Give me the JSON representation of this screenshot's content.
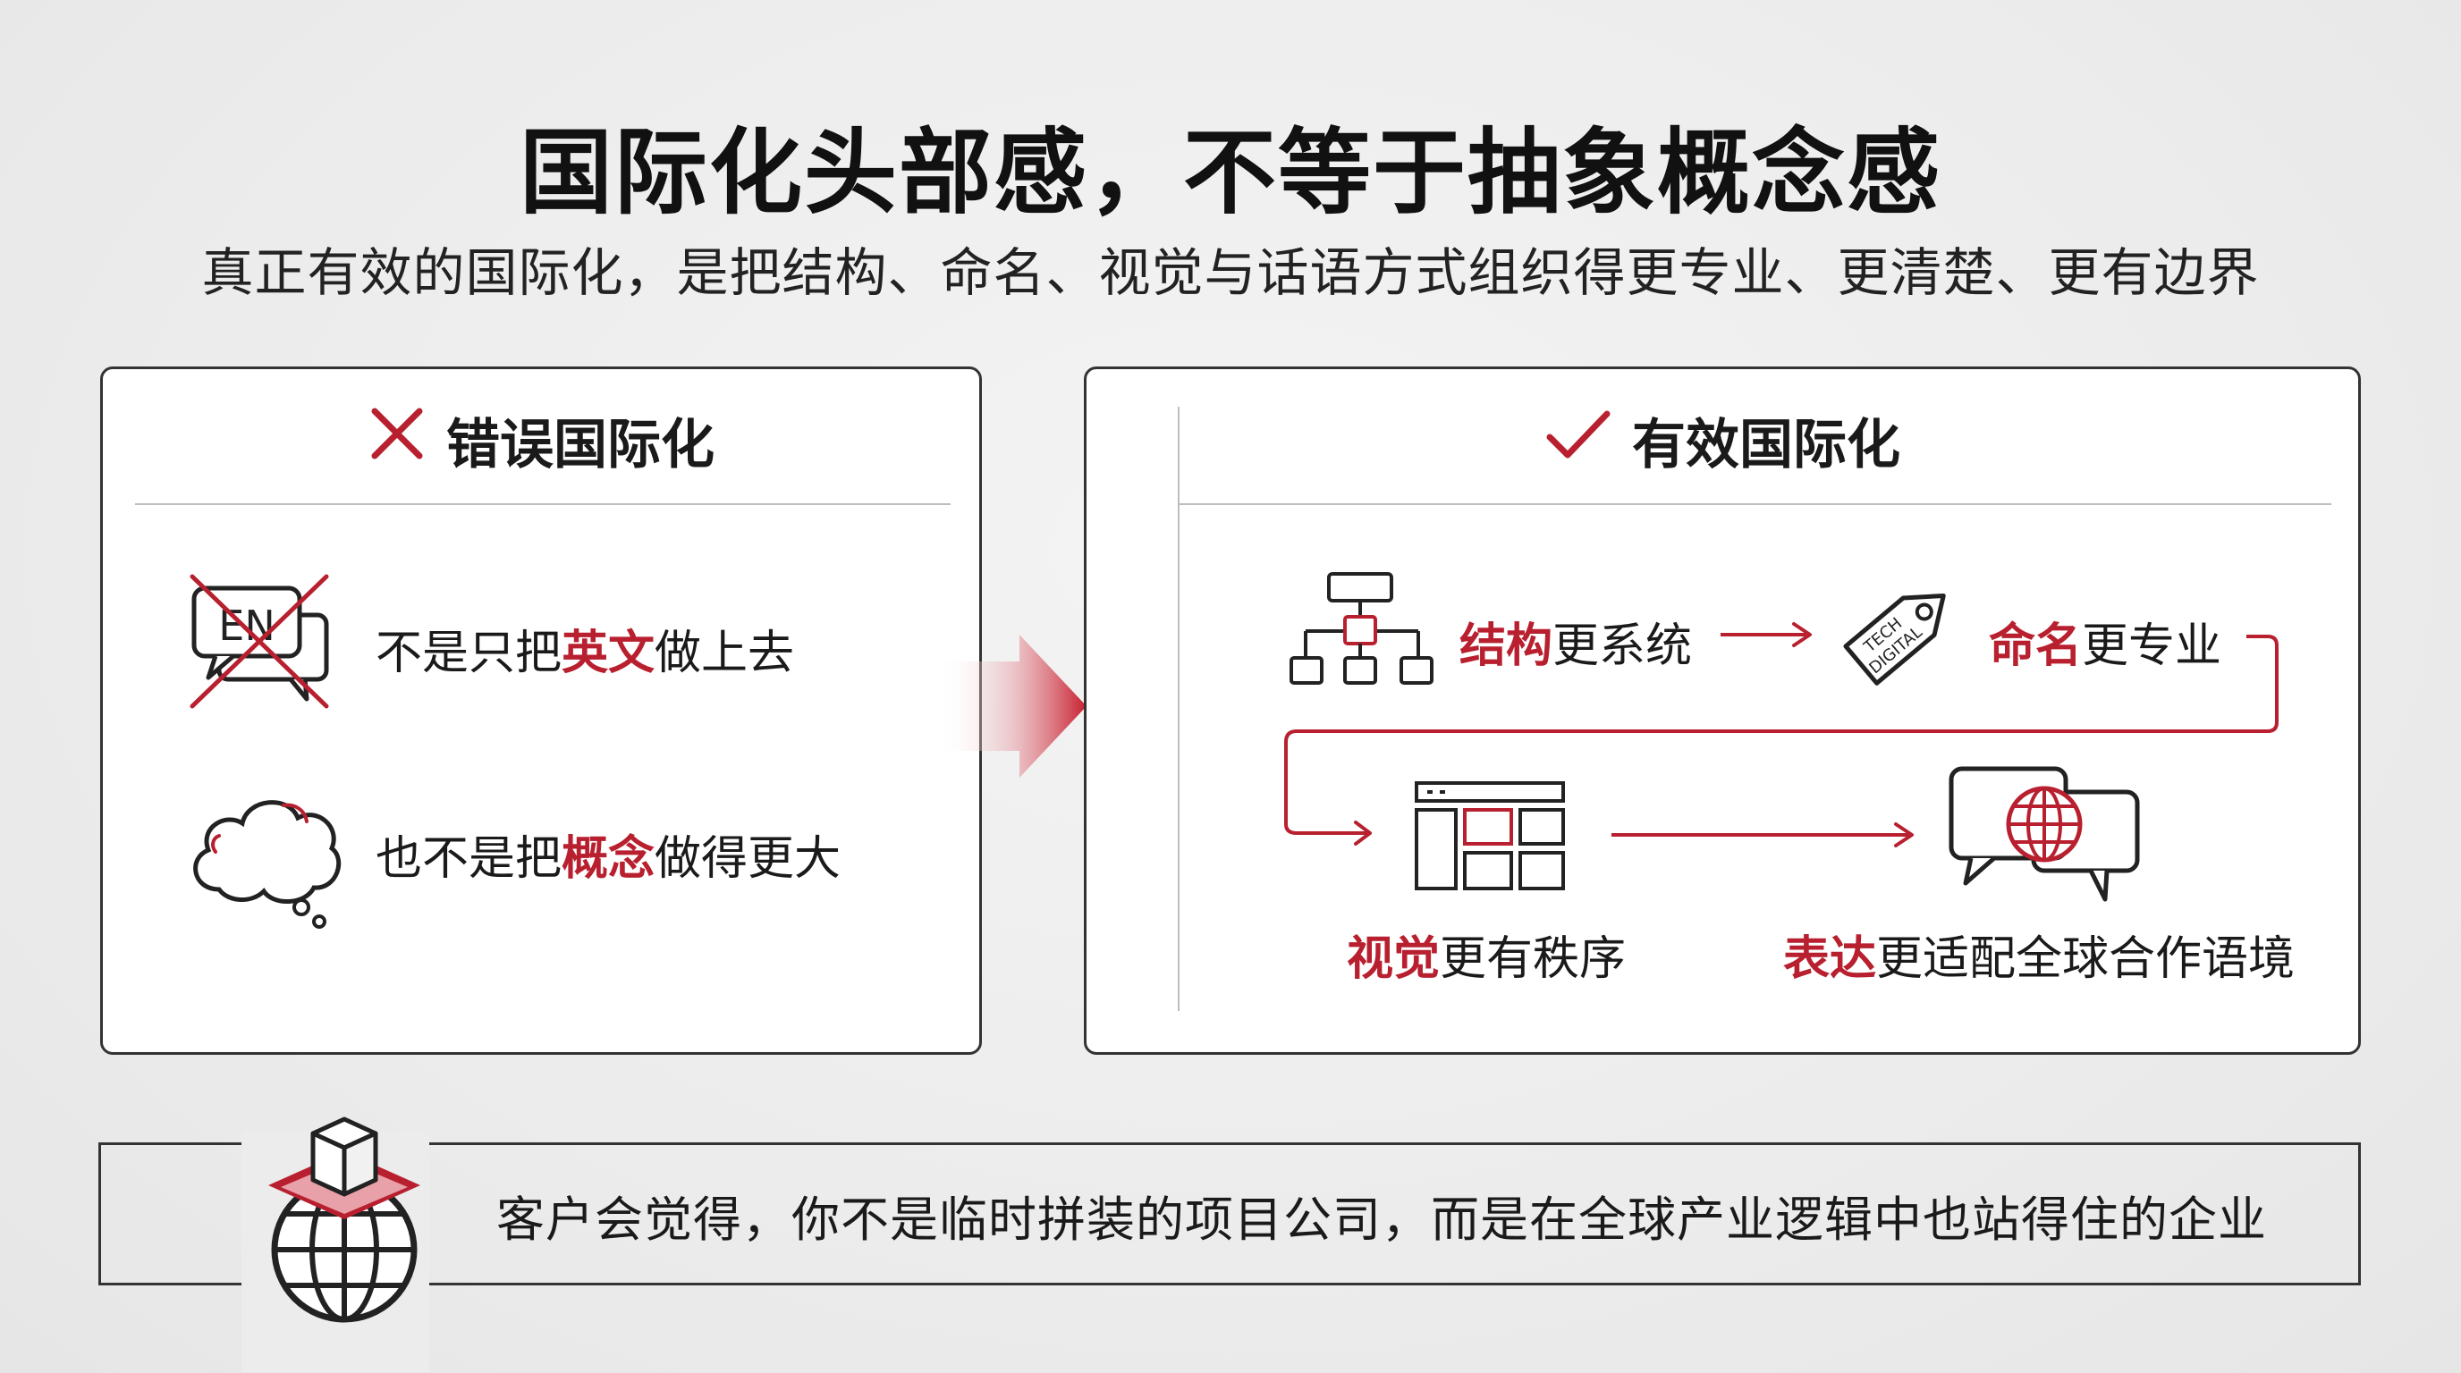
{
  "title": "国际化头部感，不等于抽象概念感",
  "subtitle": "真正有效的国际化，是把结构、命名、视觉与话语方式组织得更专业、更清楚、更有边界",
  "wrong": {
    "heading": "错误国际化",
    "icon": "cross-icon",
    "items": [
      {
        "icon": "en-speech-bubble-crossed-icon",
        "icon_text": "EN",
        "pre": "不是只把",
        "highlight": "英文",
        "post": "做上去"
      },
      {
        "icon": "thought-cloud-icon",
        "pre": "也不是把",
        "highlight": "概念",
        "post": "做得更大"
      }
    ]
  },
  "right": {
    "heading": "有效国际化",
    "icon": "check-icon",
    "steps": [
      {
        "icon": "org-chart-icon",
        "highlight": "结构",
        "post": "更系统"
      },
      {
        "icon": "tag-icon",
        "tag_line1": "TECH",
        "tag_line2": "DIGITAL",
        "highlight": "命名",
        "post": "更专业"
      },
      {
        "icon": "layout-grid-icon",
        "highlight": "视觉",
        "post": "更有秩序"
      },
      {
        "icon": "globe-chat-icon",
        "highlight": "表达",
        "post": "更适配全球合作语境"
      }
    ]
  },
  "bottom": {
    "icon": "globe-cube-icon",
    "text": "客户会觉得，你不是临时拼装的项目公司，而是在全球产业逻辑中也站得住的企业"
  },
  "colors": {
    "accent": "#b8202f",
    "ink": "#1a1a1a",
    "border": "#333333"
  }
}
